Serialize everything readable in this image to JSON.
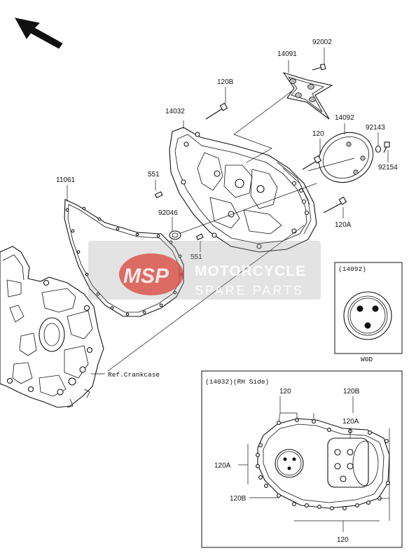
{
  "labels": {
    "p92002": "92002",
    "p14091": "14091",
    "p120B_top": "120B",
    "p14032": "14032",
    "p14092": "14092",
    "p92143": "92143",
    "p120": "120",
    "p92154": "92154",
    "p551_a": "551",
    "p11061": "11061",
    "p92046": "92046",
    "p120A": "120A",
    "p551_b": "551",
    "ref_crankcase": "Ref.Crankcase"
  },
  "inset_cover": {
    "title": "(14092)",
    "code": "W0D"
  },
  "inset_rh": {
    "title": "(14032)(RH Side)",
    "callout_120_top": "120",
    "callout_120B_top": "120B",
    "callout_120A_right": "120A",
    "callout_120A_left": "120A",
    "callout_120B_left": "120B",
    "callout_120_bottom": "120"
  },
  "watermark": {
    "logo_text": "MSP",
    "line1": "MOTORCYCLE",
    "line2": "SPARE PARTS",
    "colors": {
      "logo": "#d9433a",
      "band": "#9a9a9a"
    }
  },
  "icons": {
    "direction": "arrow-up-left-icon"
  }
}
